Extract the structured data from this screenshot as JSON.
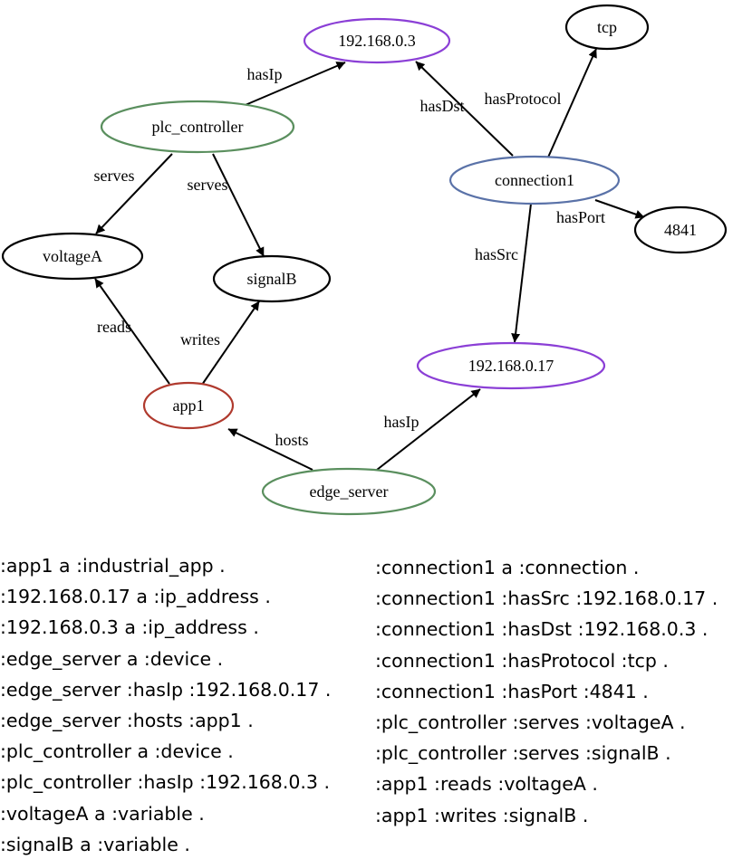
{
  "diagram": {
    "nodes": {
      "ip_192_168_0_3": {
        "label": "192.168.0.3",
        "color": "#8b3fd6"
      },
      "tcp": {
        "label": "tcp",
        "color": "#000000"
      },
      "plc_controller": {
        "label": "plc_controller",
        "color": "#5a8f5e"
      },
      "connection1": {
        "label": "connection1",
        "color": "#5a72a8"
      },
      "voltageA": {
        "label": "voltageA",
        "color": "#000000"
      },
      "signalB": {
        "label": "signalB",
        "color": "#000000"
      },
      "n4841": {
        "label": "4841",
        "color": "#000000"
      },
      "ip_192_168_0_17": {
        "label": "192.168.0.17",
        "color": "#8b3fd6"
      },
      "app1": {
        "label": "app1",
        "color": "#b03a2e"
      },
      "edge_server": {
        "label": "edge_server",
        "color": "#5a8f5e"
      }
    },
    "edges": {
      "plc_hasIp": "hasIp",
      "plc_serves_voltage": "serves",
      "plc_serves_signal": "serves",
      "conn_hasDst": "hasDst",
      "conn_hasProtocol": "hasProtocol",
      "conn_hasPort": "hasPort",
      "conn_hasSrc": "hasSrc",
      "app_reads": "reads",
      "app_writes": "writes",
      "edge_hosts": "hosts",
      "edge_hasIp": "hasIp"
    }
  },
  "triples_left": [
    ":app1 a :industrial_app .",
    ":192.168.0.17 a :ip_address .",
    ":192.168.0.3 a :ip_address .",
    ":edge_server a :device .",
    ":edge_server :hasIp :192.168.0.17 .",
    ":edge_server :hosts :app1 .",
    ":plc_controller a :device .",
    ":plc_controller :hasIp :192.168.0.3 .",
    ":voltageA a :variable .",
    ":signalB a :variable ."
  ],
  "triples_right": [
    ":connection1 a :connection .",
    ":connection1 :hasSrc :192.168.0.17 .",
    ":connection1 :hasDst :192.168.0.3 .",
    ":connection1 :hasProtocol :tcp .",
    ":connection1 :hasPort :4841 .",
    ":plc_controller :serves :voltageA .",
    ":plc_controller :serves :signalB .",
    ":app1 :reads :voltageA .",
    ":app1 :writes :signalB ."
  ]
}
